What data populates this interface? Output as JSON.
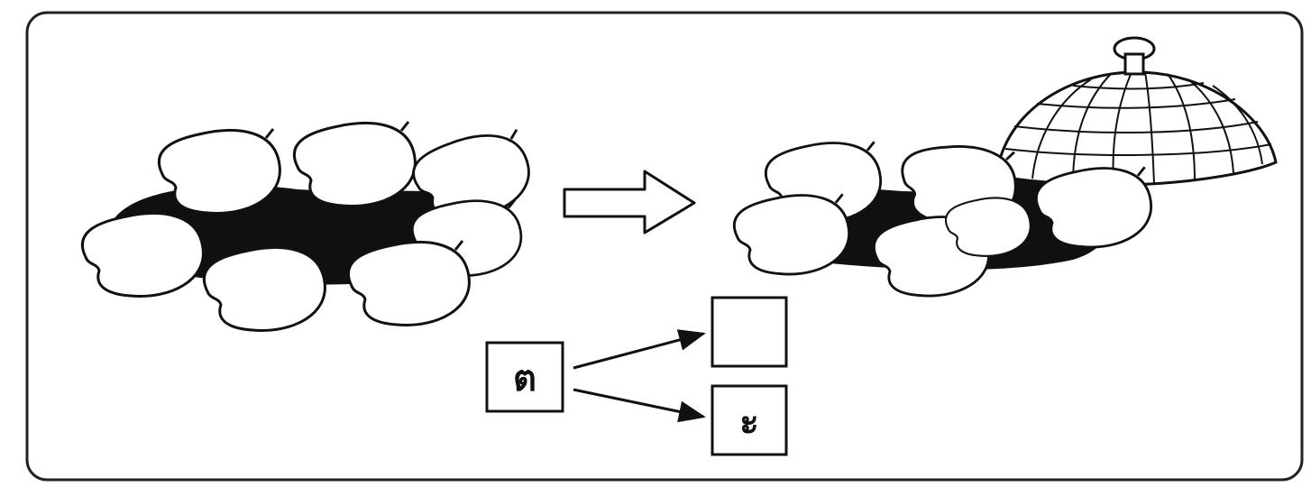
{
  "diagram": {
    "left_group": {
      "mango_count": 7,
      "tray": "dark-cloth"
    },
    "right_group": {
      "mango_count": 6,
      "tray": "dark-cloth",
      "cover": "wire-mesh-dome"
    },
    "colors": {
      "line": "#111111",
      "fill": "#ffffff",
      "dark": "#101010"
    }
  },
  "boxes": {
    "source": {
      "text": "ต"
    },
    "target_top": {
      "text": ""
    },
    "target_bottom": {
      "text": "ะ"
    }
  }
}
